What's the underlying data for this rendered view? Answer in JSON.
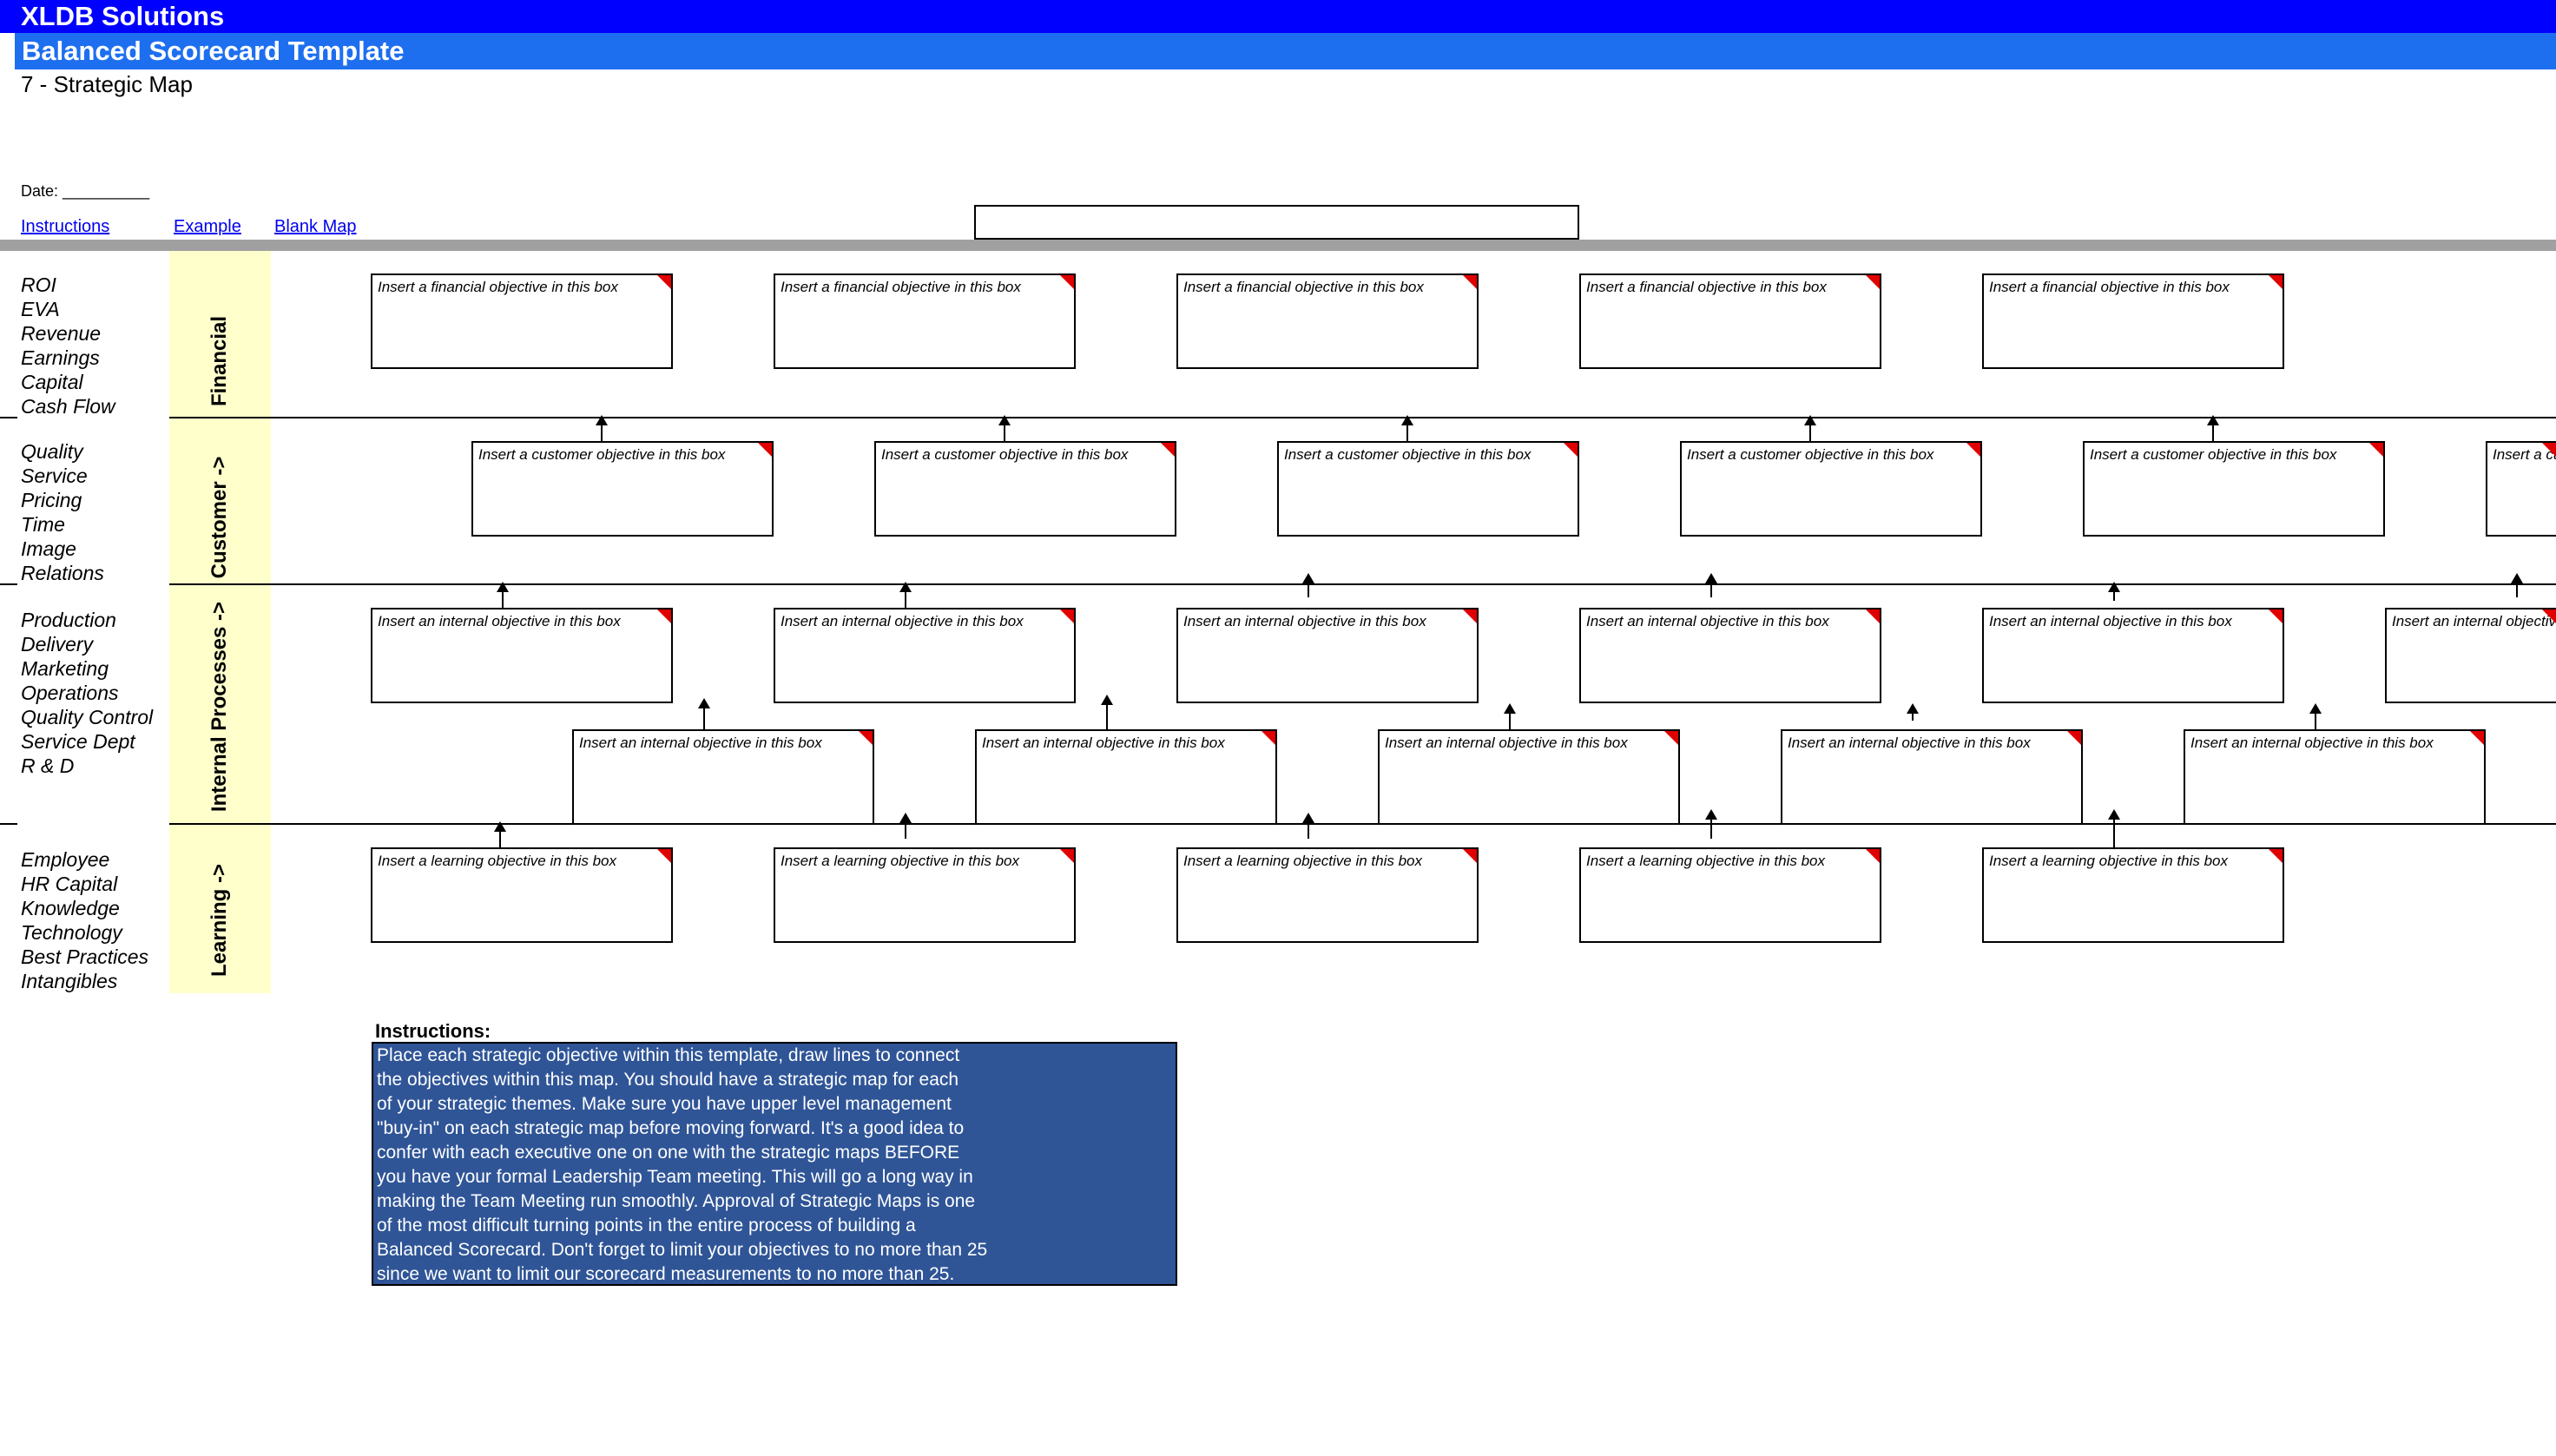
{
  "header": {
    "company": "XLDB Solutions",
    "template_title": "Balanced Scorecard Template",
    "subtitle": "7 - Strategic Map",
    "date_label": "Date: __________"
  },
  "links": [
    {
      "label": "Instructions"
    },
    {
      "label": "Example"
    },
    {
      "label": "Blank Map"
    }
  ],
  "perspectives": [
    {
      "label": "Financial",
      "items": [
        "ROI",
        "EVA",
        "Revenue",
        "Earnings",
        "Capital",
        "Cash Flow"
      ]
    },
    {
      "label": "Customer ->",
      "items": [
        "Quality",
        "Service",
        "Pricing",
        "Time",
        "Image",
        "Relations"
      ]
    },
    {
      "label": "Internal Processes ->",
      "items": [
        "Production",
        "Delivery",
        "Marketing",
        "Operations",
        "Quality Control",
        "Service Dept",
        "R & D"
      ]
    },
    {
      "label": "Learning ->",
      "items": [
        "Employee",
        "HR Capital",
        "Knowledge",
        "Technology",
        "Best Practices",
        "Intangibles"
      ]
    }
  ],
  "objectives": {
    "financial": "Insert a financial objective in this box",
    "customer": "Insert a customer objective in this box",
    "internal": "Insert an internal objective in this box",
    "learning": "Insert a learning objective in this box"
  },
  "instructions": {
    "title": "Instructions:",
    "lines": [
      "Place each strategic objective within this template, draw lines to connect",
      "the objectives within this map. You should have a strategic map for each",
      "of your strategic themes. Make sure you have upper level management",
      "\"buy-in\" on each strategic map before moving forward. It's a good idea to",
      "confer with each executive one on one with the strategic maps BEFORE",
      "you have your formal Leadership Team meeting. This will go a long way in",
      "making the Team Meeting run smoothly. Approval of Strategic Maps is one",
      "of the most difficult turning points in the entire process of building a",
      "Balanced Scorecard. Don't forget to limit your objectives to no more than 25",
      "since we want to limit our scorecard measurements to no more than 25."
    ]
  },
  "colors": {
    "header_bar": "#0000ff",
    "title_bar": "#1e6ff0",
    "perspective_column": "#ffffcc",
    "instructions_box": "#2f5597",
    "comment_marker": "#e00000"
  }
}
